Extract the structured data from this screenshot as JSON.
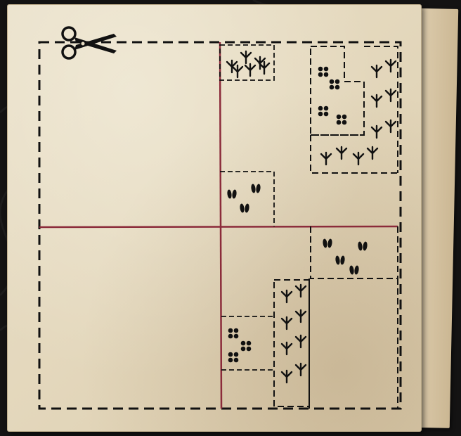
{
  "puzzle": {
    "description_icon": "scissors-icon",
    "track_types": [
      "bird-track",
      "deer-hoof-track",
      "paw-print-track"
    ],
    "colors": {
      "background": "#141313",
      "paper": "#e6dbc2",
      "dashed_line": "#111111",
      "divider_line": "#8b2b3a",
      "track": "#111111"
    },
    "quadrants": 4,
    "pieces": [
      {
        "name": "top-bird-piece",
        "track": "bird-track",
        "count": 6
      },
      {
        "name": "top-right-paw-piece",
        "track": "paw-print-track",
        "count": 4
      },
      {
        "name": "top-right-bird-column",
        "track": "bird-track",
        "count": 6
      },
      {
        "name": "top-right-bird-row",
        "track": "bird-track",
        "count": 4
      },
      {
        "name": "center-hoof-piece",
        "track": "deer-hoof-track",
        "count": 3
      },
      {
        "name": "right-hoof-piece",
        "track": "deer-hoof-track",
        "count": 4
      },
      {
        "name": "bottom-bird-column",
        "track": "bird-track",
        "count": 8
      },
      {
        "name": "bottom-paw-piece",
        "track": "paw-print-track",
        "count": 3
      }
    ]
  }
}
